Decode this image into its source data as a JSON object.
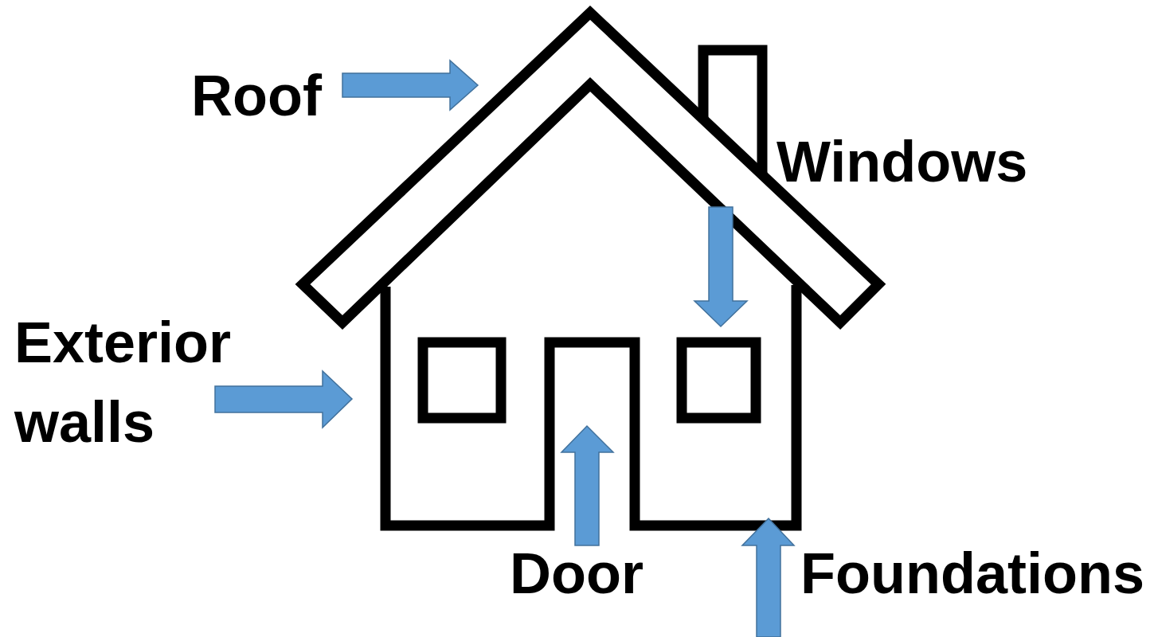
{
  "diagram": {
    "labels": [
      "Roof",
      "Windows",
      "Exterior walls",
      "Door",
      "Foundations"
    ]
  }
}
